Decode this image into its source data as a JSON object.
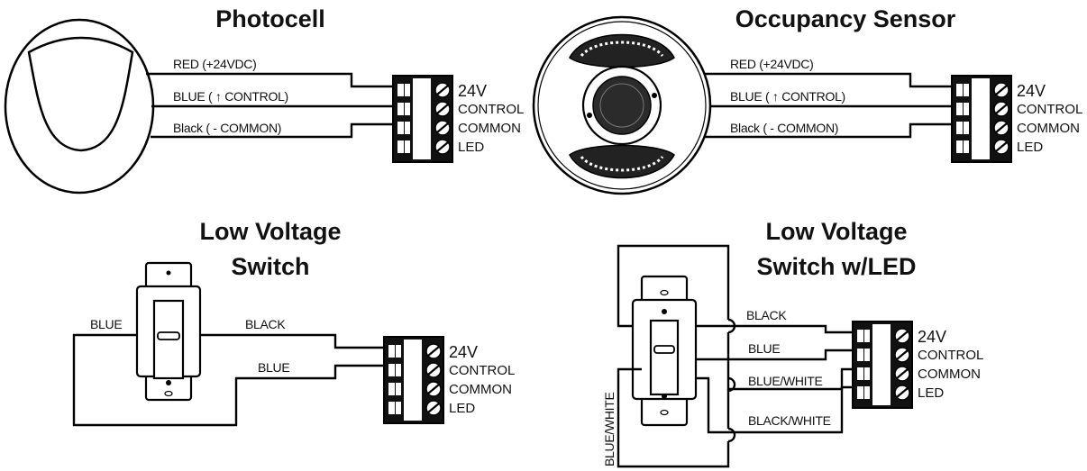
{
  "titles": {
    "photocell": "Photocell",
    "occupancy": "Occupancy Sensor",
    "lv_switch_line1": "Low Voltage",
    "lv_switch_line2": "Switch",
    "lv_led_line1": "Low Voltage",
    "lv_led_line2": "Switch w/LED"
  },
  "photocell": {
    "wires": [
      "RED (+24VDC)",
      "BLUE ( ↑ CONTROL)",
      "Black ( - COMMON)"
    ]
  },
  "occupancy": {
    "wires": [
      "RED (+24VDC)",
      "BLUE ( ↑ CONTROL)",
      "Black ( - COMMON)"
    ]
  },
  "lv_switch": {
    "wires": [
      "BLUE",
      "BLACK",
      "BLUE"
    ]
  },
  "lv_led": {
    "wires": [
      "BLACK",
      "BLUE",
      "BLUE/WHITE",
      "BLACK/WHITE",
      "BLUE/WHITE"
    ]
  },
  "terminal_labels": [
    "24V",
    "CONTROL",
    "COMMON",
    "LED"
  ]
}
